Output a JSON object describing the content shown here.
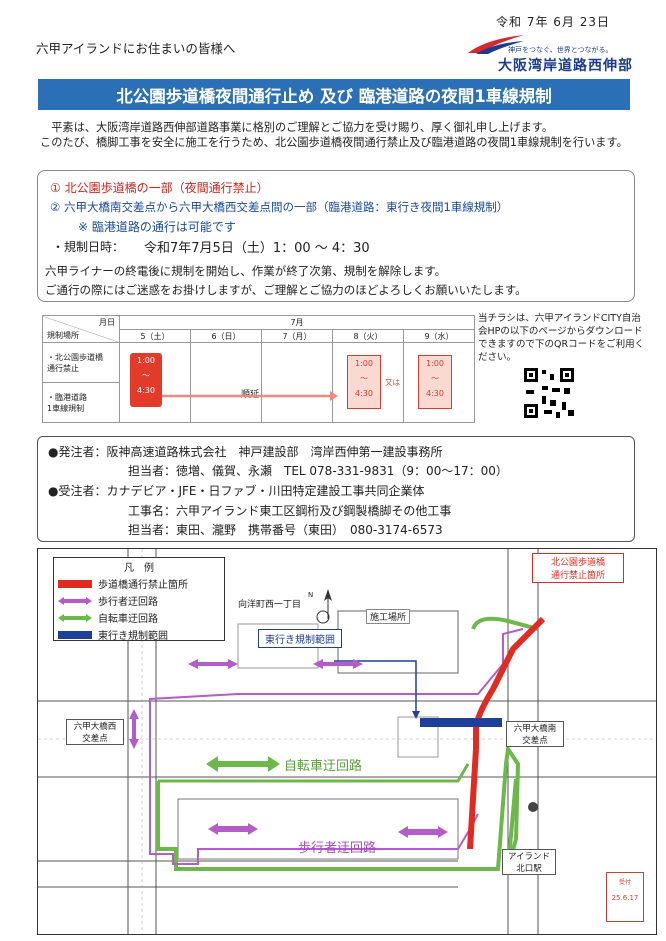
{
  "header": {
    "date": "令和 7年 6月 23日",
    "greeting": "六甲アイランドにお住まいの皆様へ",
    "logo_tagline": "神戸をつなぐ、世界とつながる。",
    "logo_name": "大阪湾岸道路西伸部"
  },
  "title": "北公園歩道橋夜間通行止め 及び 臨港道路の夜間1車線規制",
  "intro": {
    "p1": "平素は、大阪湾岸道路西伸部道路事業に格別のご理解とご協力を受け賜り、厚く御礼申し上げます。",
    "p2": "このたび、橋脚工事を安全に施工を行うため、北公園歩道橋夜間通行禁止及び臨港道路の夜間1車線規制を行います。"
  },
  "notice": {
    "item1": "① 北公園歩道橋の一部（夜間通行禁止）",
    "item2": "② 六甲大橋南交差点から六甲大橋西交差点間の一部（臨港道路：東行き夜間1車線規制）",
    "note": "※ 臨港道路の通行は可能です",
    "datetime_label": "・規制日時：",
    "datetime_value": "令和7年7月5日（土）1：00 ～ 4：30"
  },
  "description": {
    "line1": "六甲ライナーの終電後に規制を開始し、作業が終了次第、規制を解除します。",
    "line2": "ご通行の際にはご迷惑をお掛けしますが、ご理解とご協力のほどよろしくお願いいたします。"
  },
  "schedule": {
    "corner_top": "月日",
    "corner_bottom": "規制場所",
    "month": "7月",
    "days": [
      "5（土）",
      "6（日）",
      "7（月）",
      "8（火）",
      "9（水）"
    ],
    "row1_label": "・北公園歩道橋\n通行禁止",
    "row2_label": "・臨港道路\n1車線規制",
    "time_start": "1:00",
    "tilde": "～",
    "time_end": "4:30",
    "postpone": "順延",
    "or": "又は"
  },
  "flyer_note": "当チラシは、六甲アイランドCITY自治会HPの以下のページからダウンロードできますので下のQRコードをご利用ください。",
  "contact": {
    "orderer": "●発注者：阪神高速道路株式会社　神戸建設部　湾岸西伸第一建設事務所",
    "orderer_staff": "担当者：徳増、儀賀、永瀬　TEL 078-331-9831（9：00～17：00）",
    "contractor": "●受注者：カナデビア・JFE・日ファブ・川田特定建設工事共同企業体",
    "work_name": "工事名：六甲アイランド東工区鋼桁及び鋼製橋脚その他工事",
    "contractor_staff": "担当者：東田、瀧野　携帯番号（東田）　080-3174-6573"
  },
  "map": {
    "legend_title": "凡　例",
    "legend": [
      {
        "label": "歩道橋通行禁止箇所",
        "color": "#e02b20"
      },
      {
        "label": "歩行者迂回路",
        "color": "#b45cc8"
      },
      {
        "label": "自転車迂回路",
        "color": "#6cb84a"
      },
      {
        "label": "東行き規制範囲",
        "color": "#1f3f9a"
      }
    ],
    "north": "N",
    "area_label": "向洋町西一丁目",
    "office_label": "施工場所",
    "closure_callout": "北公園歩道橋\n通行禁止箇所",
    "eastbound_callout": "東行き規制範囲",
    "west_intersection": "六甲大橋西\n交差点",
    "south_intersection": "六甲大橋南\n交差点",
    "bicycle_route": "自転車迂回路",
    "pedestrian_route": "歩行者迂回路",
    "station": "アイランド\n北口駅"
  },
  "stamp": {
    "text": "受付",
    "date": "25.6.17"
  }
}
